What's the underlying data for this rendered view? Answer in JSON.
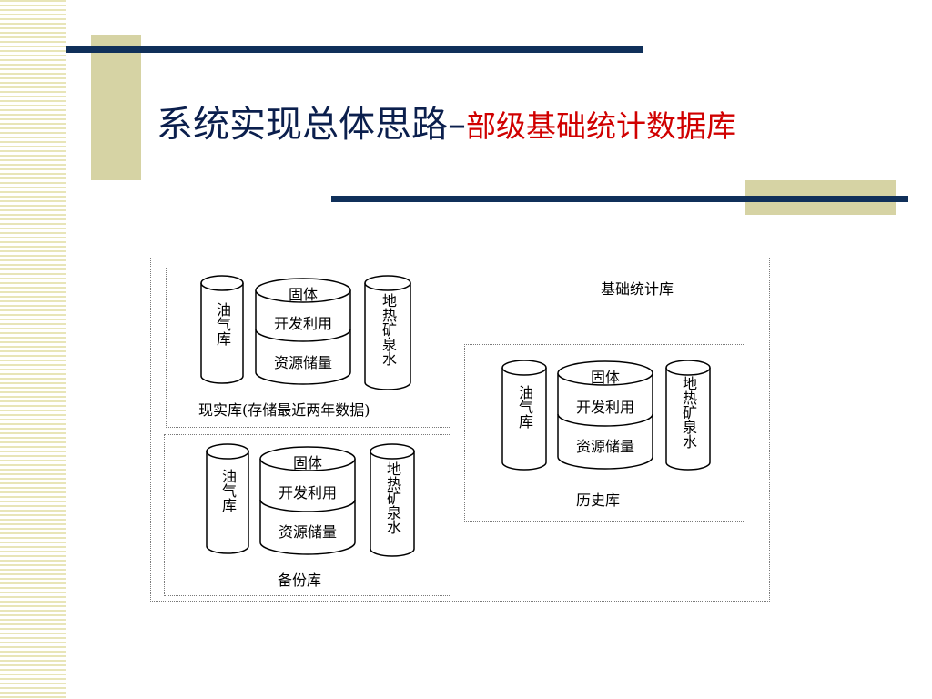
{
  "title": {
    "main": "系统实现总体思路",
    "dash": "–",
    "sub": "部级基础统计数据库"
  },
  "diagram": {
    "outer_label": "基础统计库",
    "groups": {
      "current": {
        "label": "现实库(存储最近两年数据)",
        "oil": "油气库",
        "solid": {
          "top": "固体",
          "mid": "开发利用",
          "bottom": "资源储量"
        },
        "geo": "地热矿泉水"
      },
      "backup": {
        "label": "备份库",
        "oil": "油气库",
        "solid": {
          "top": "固体",
          "mid": "开发利用",
          "bottom": "资源储量"
        },
        "geo": "地热矿泉水"
      },
      "history": {
        "label": "历史库",
        "oil": "油气库",
        "solid": {
          "top": "固体",
          "mid": "开发利用",
          "bottom": "资源储量"
        },
        "geo": "地热矿泉水"
      }
    }
  }
}
